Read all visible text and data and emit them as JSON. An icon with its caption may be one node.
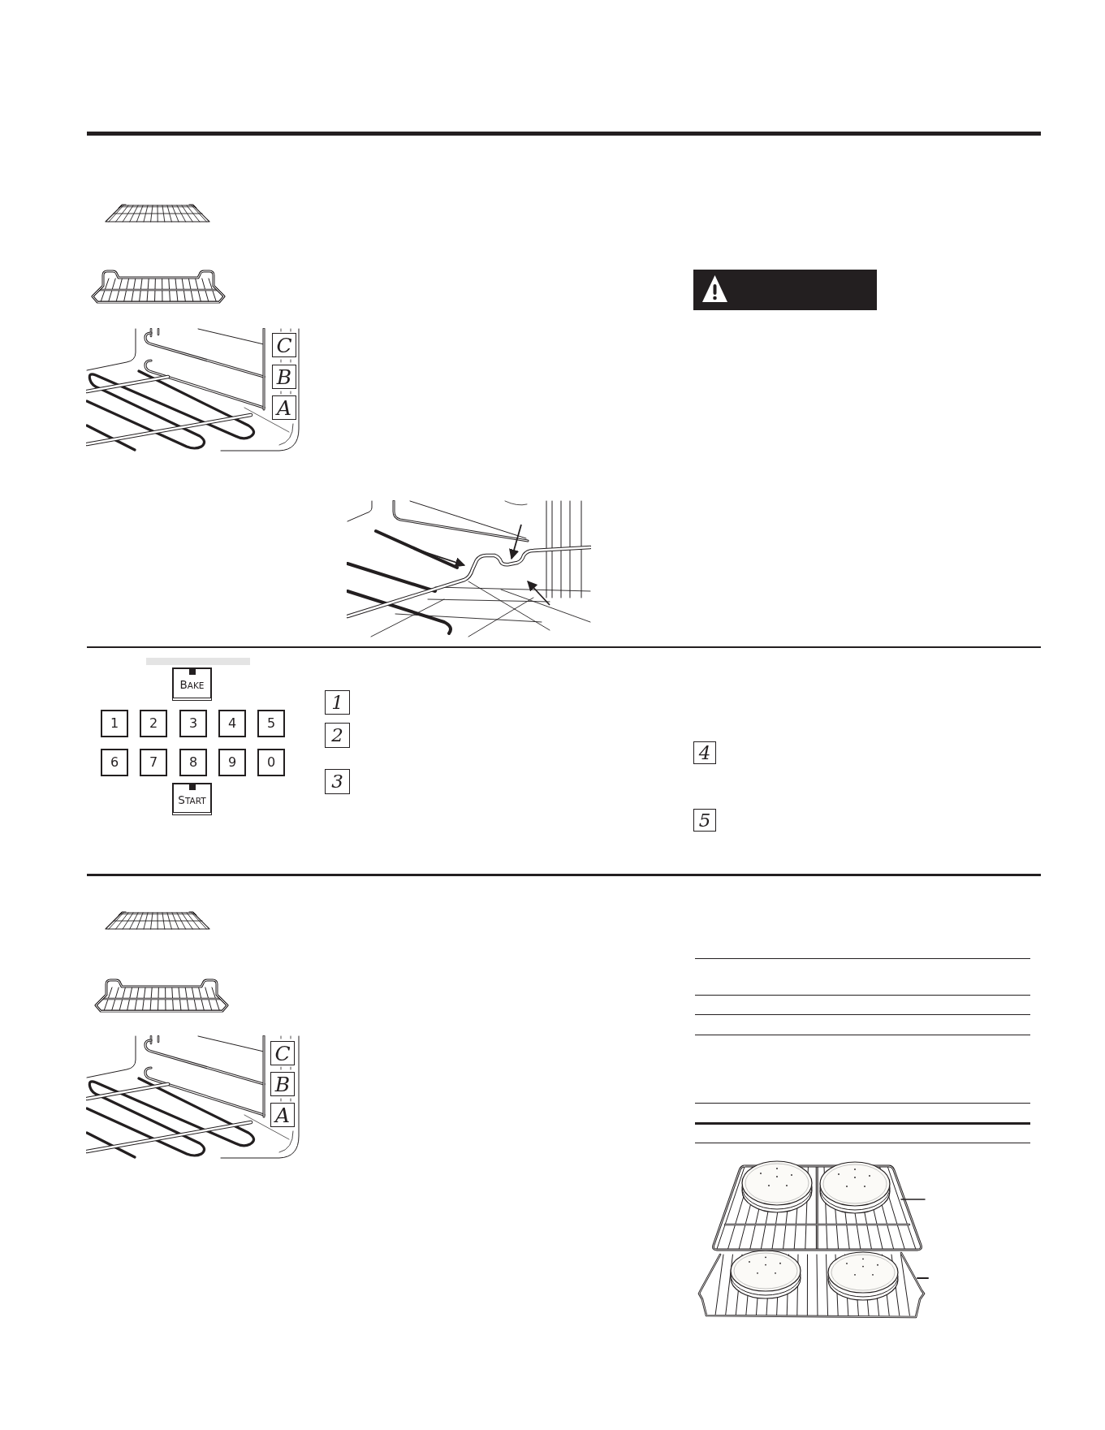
{
  "diagram": {
    "nodes": [
      {
        "text": [
          "C"
        ]
      },
      {
        "text": [
          "B"
        ]
      },
      {
        "text": [
          "A"
        ]
      },
      {
        "text": [
          "BAKE"
        ]
      },
      {
        "text": [
          "1"
        ]
      },
      {
        "text": [
          "2"
        ]
      },
      {
        "text": [
          "3"
        ]
      },
      {
        "text": [
          "4"
        ]
      },
      {
        "text": [
          "5"
        ]
      },
      {
        "text": [
          "6"
        ]
      },
      {
        "text": [
          "7"
        ]
      },
      {
        "text": [
          "8"
        ]
      },
      {
        "text": [
          "9"
        ]
      },
      {
        "text": [
          "0"
        ]
      },
      {
        "text": [
          "START"
        ]
      },
      {
        "text": [
          "1"
        ]
      },
      {
        "text": [
          "2"
        ]
      },
      {
        "text": [
          "3"
        ]
      },
      {
        "text": [
          "4"
        ]
      },
      {
        "text": [
          "5"
        ]
      },
      {
        "text": [
          "C"
        ]
      },
      {
        "text": [
          "B"
        ]
      },
      {
        "text": [
          "A"
        ]
      }
    ]
  }
}
